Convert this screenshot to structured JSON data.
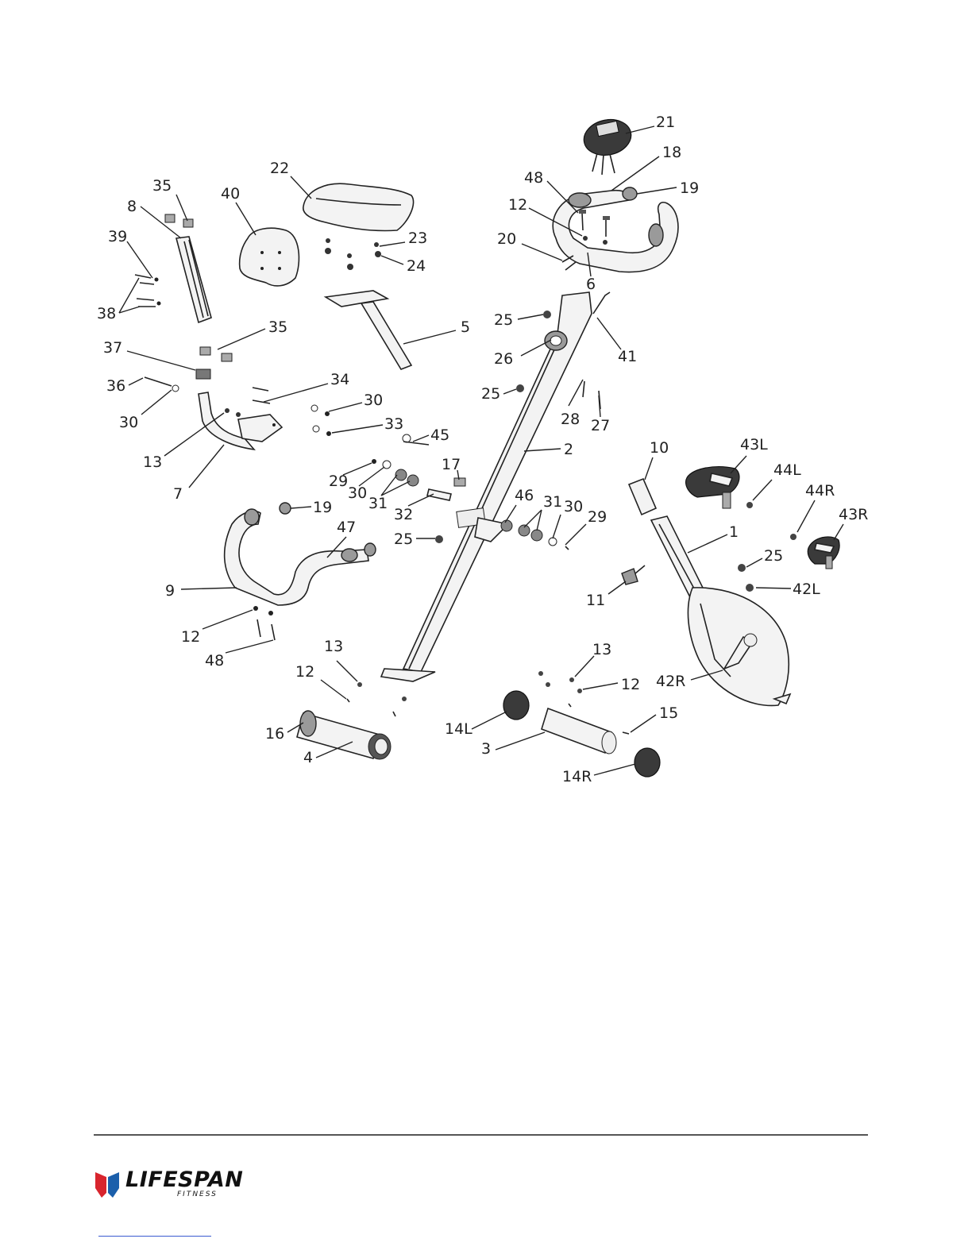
{
  "brand": {
    "name": "LIFESPAN",
    "sub": "FITNESS",
    "colors": {
      "red": "#d8252e",
      "blue": "#1b5fab"
    }
  },
  "labels": {
    "l21": "21",
    "l18": "18",
    "l19a": "19",
    "l48a": "48",
    "l12a": "12",
    "l20": "20",
    "l6": "6",
    "l22": "22",
    "l23": "23",
    "l24": "24",
    "l40": "40",
    "l35a": "35",
    "l8": "8",
    "l39": "39",
    "l38": "38",
    "l5": "5",
    "l35b": "35",
    "l37": "37",
    "l36": "36",
    "l30a": "30",
    "l34": "34",
    "l30b": "30",
    "l33": "33",
    "l13a": "13",
    "l7": "7",
    "l25a": "25",
    "l26": "26",
    "l41": "41",
    "l25b": "25",
    "l28": "28",
    "l27": "27",
    "l2": "2",
    "l45": "45",
    "l17": "17",
    "l29a": "29",
    "l30c": "30",
    "l31a": "31",
    "l32": "32",
    "l46": "46",
    "l31b": "31",
    "l30d": "30",
    "l29b": "29",
    "l19b": "19",
    "l47": "47",
    "l25c": "25",
    "l9": "9",
    "l12b": "12",
    "l48b": "48",
    "l10": "10",
    "l43L": "43L",
    "l44L": "44L",
    "l44R": "44R",
    "l43R": "43R",
    "l1": "1",
    "l25d": "25",
    "l42L": "42L",
    "l11": "11",
    "l42R": "42R",
    "l13b": "13",
    "l12c": "12",
    "l16": "16",
    "l4": "4",
    "l13c": "13",
    "l12d": "12",
    "l14L": "14L",
    "l15": "15",
    "l3": "3",
    "l14R": "14R"
  }
}
